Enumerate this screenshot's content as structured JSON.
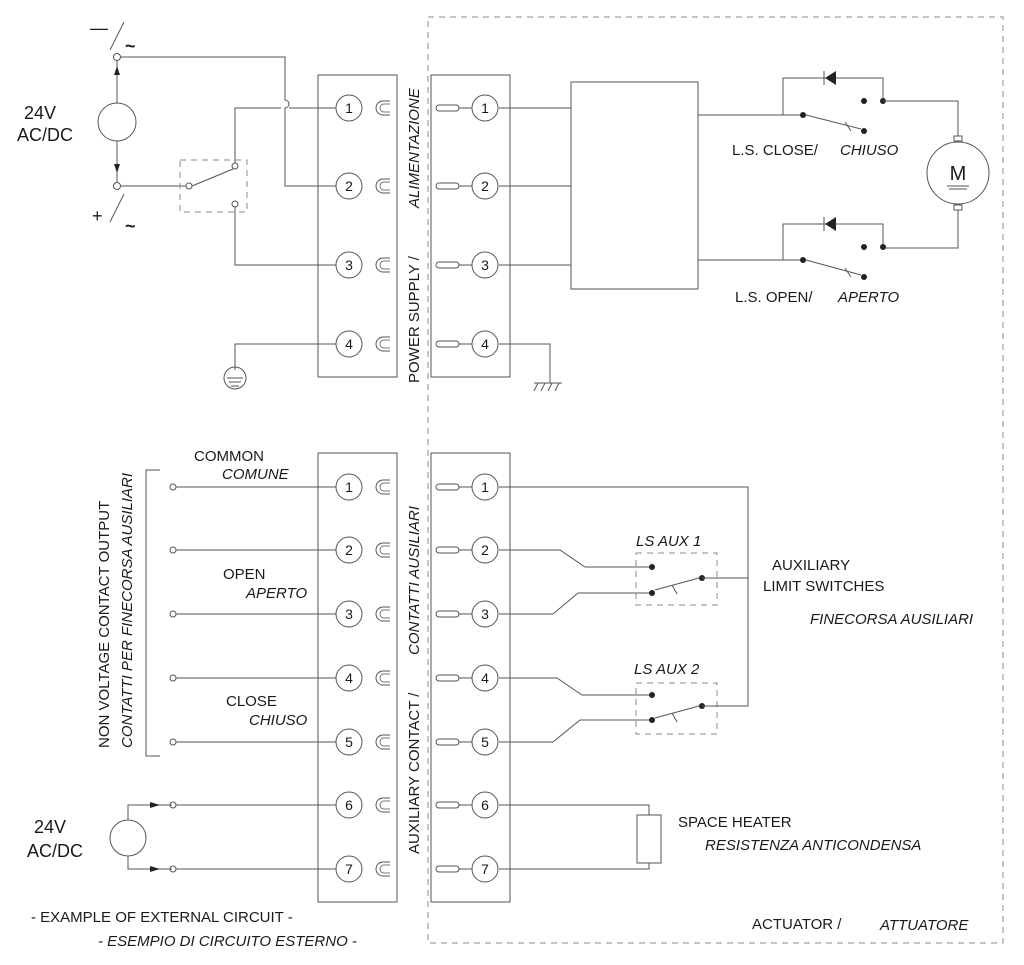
{
  "power": {
    "source_voltage": "24V",
    "source_type": "AC/DC",
    "group_label_a": "ALIMENTAZIONE",
    "group_label_b": "POWER SUPPLY /",
    "terminals": [
      "1",
      "2",
      "3",
      "4"
    ]
  },
  "motor": {
    "symbol": "M",
    "ls_close": "L.S. CLOSE/",
    "ls_close_it": "CHIUSO",
    "ls_open": "L.S. OPEN/",
    "ls_open_it": "APERTO"
  },
  "aux": {
    "group_label_a": "CONTATTI AUSILIARI",
    "group_label_b": "AUXILIARY CONTACT /",
    "side_label_a": "NON VOLTAGE CONTACT OUTPUT",
    "side_label_b": "CONTATTI PER FINECORSA AUSILIARI",
    "terminals": [
      "1",
      "2",
      "3",
      "4",
      "5",
      "6",
      "7"
    ],
    "common": "COMMON",
    "common_it": "COMUNE",
    "open": "OPEN",
    "open_it": "APERTO",
    "close": "CLOSE",
    "close_it": "CHIUSO",
    "ls_aux_1": "LS AUX 1",
    "ls_aux_2": "LS AUX 2",
    "aux_switches_1": "AUXILIARY",
    "aux_switches_2": "LIMIT SWITCHES",
    "aux_switches_it": "FINECORSA AUSILIARI",
    "heater": "SPACE HEATER",
    "heater_it": "RESISTENZA ANTICONDENSA",
    "heater_voltage": "24V",
    "heater_type": "AC/DC"
  },
  "footer": {
    "example": "- EXAMPLE OF EXTERNAL CIRCUIT -",
    "example_it": "- ESEMPIO DI CIRCUITO ESTERNO -",
    "actuator": "ACTUATOR /",
    "actuator_it": "ATTUATORE"
  },
  "symbols": {
    "ac": "~",
    "minus": "—",
    "plus": "+"
  }
}
